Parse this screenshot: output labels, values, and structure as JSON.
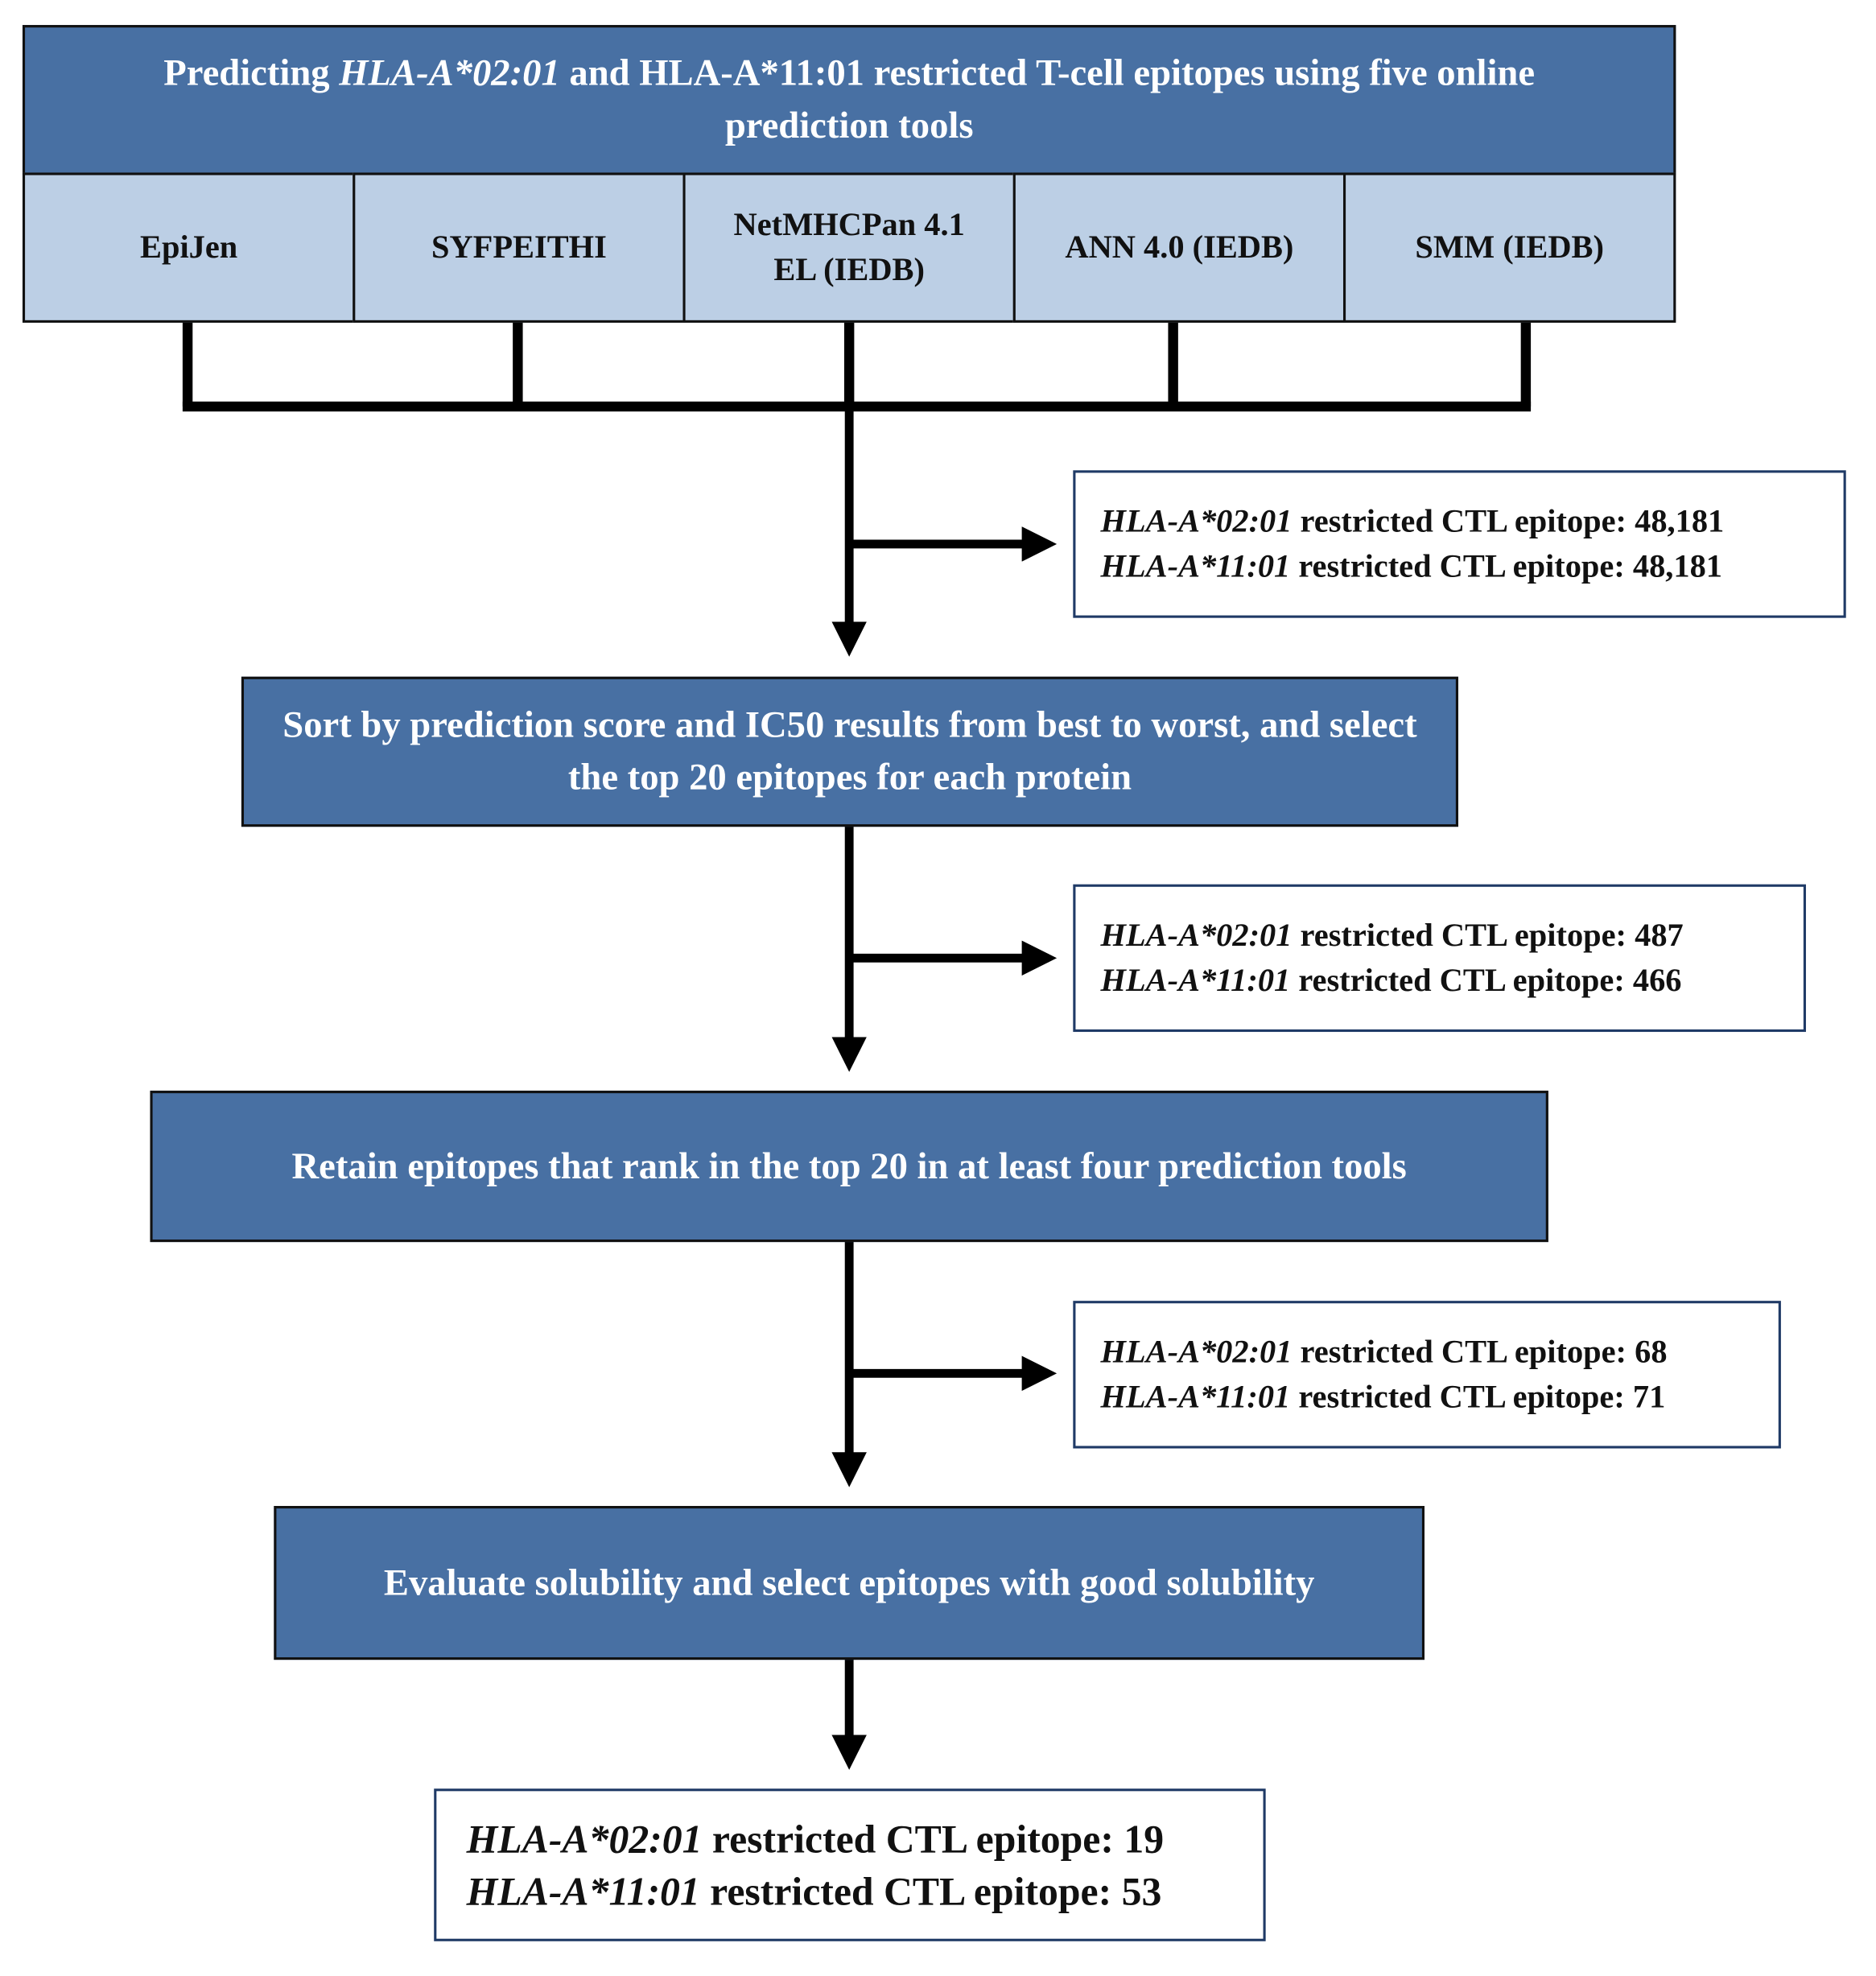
{
  "header": {
    "prefix": "Predicting ",
    "allele1": "HLA-A*02:01",
    "suffix": " and HLA-A*11:01 restricted T-cell epitopes using five online prediction tools"
  },
  "tools": [
    "EpiJen",
    "SYFPEITHI",
    "NetMHCPan 4.1 EL (IEDB)",
    "ANN 4.0 (IEDB)",
    "SMM (IEDB)"
  ],
  "steps": [
    "Sort by prediction score and IC50 results from best to worst, and select the top 20 epitopes for each protein",
    "Retain epitopes that rank in the top 20 in at least four prediction tools",
    "Evaluate solubility and select epitopes with good solubility"
  ],
  "results": [
    {
      "a1": "HLA-A*02:01",
      "t1": " restricted CTL epitope: 48,181",
      "a2": "HLA-A*11:01",
      "t2": " restricted CTL epitope: 48,181"
    },
    {
      "a1": "HLA-A*02:01",
      "t1": " restricted CTL epitope: 487",
      "a2": "HLA-A*11:01",
      "t2": " restricted CTL epitope: 466"
    },
    {
      "a1": "HLA-A*02:01",
      "t1": " restricted CTL epitope: 68",
      "a2": "HLA-A*11:01",
      "t2": " restricted CTL epitope: 71"
    },
    {
      "a1": "HLA-A*02:01",
      "t1": " restricted CTL epitope: 19",
      "a2": "HLA-A*11:01",
      "t2": " restricted CTL epitope: 53"
    }
  ],
  "colors": {
    "dark_blue": "#4870a3",
    "light_blue": "#bccfe5"
  }
}
